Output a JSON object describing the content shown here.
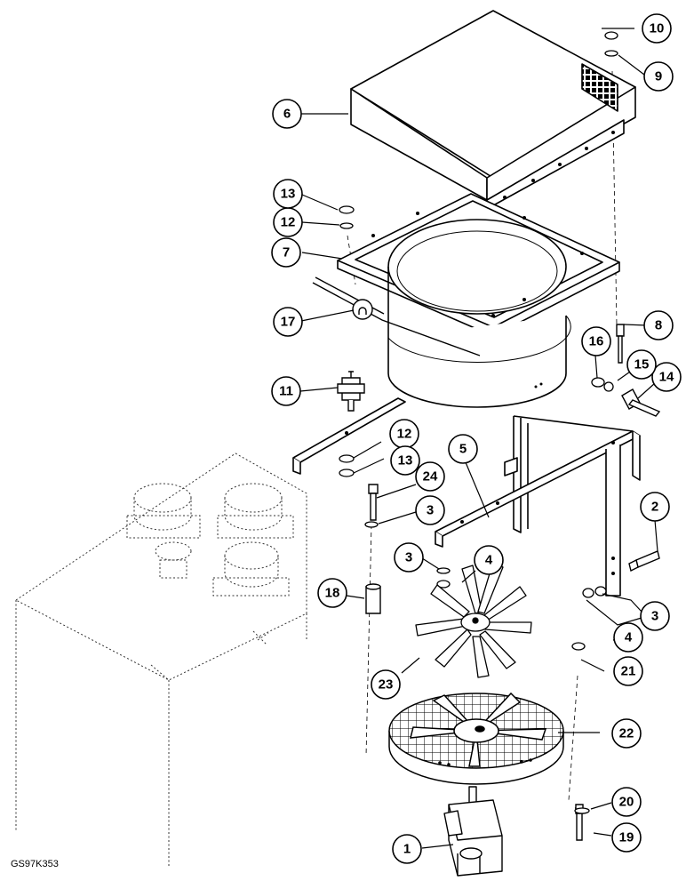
{
  "figure_code": "GS97K353",
  "callout_labels": {
    "1": "1",
    "2": "2",
    "3": "3",
    "4": "4",
    "5": "5",
    "6": "6",
    "7": "7",
    "8": "8",
    "9": "9",
    "10": "10",
    "11": "11",
    "12": "12",
    "13": "13",
    "14": "14",
    "15": "15",
    "16": "16",
    "17": "17",
    "18": "18",
    "19": "19",
    "20": "20",
    "21": "21",
    "22": "22",
    "23": "23",
    "24": "24"
  },
  "colors": {
    "line": "#000000",
    "background": "#ffffff",
    "hidden_line": "#555555"
  }
}
